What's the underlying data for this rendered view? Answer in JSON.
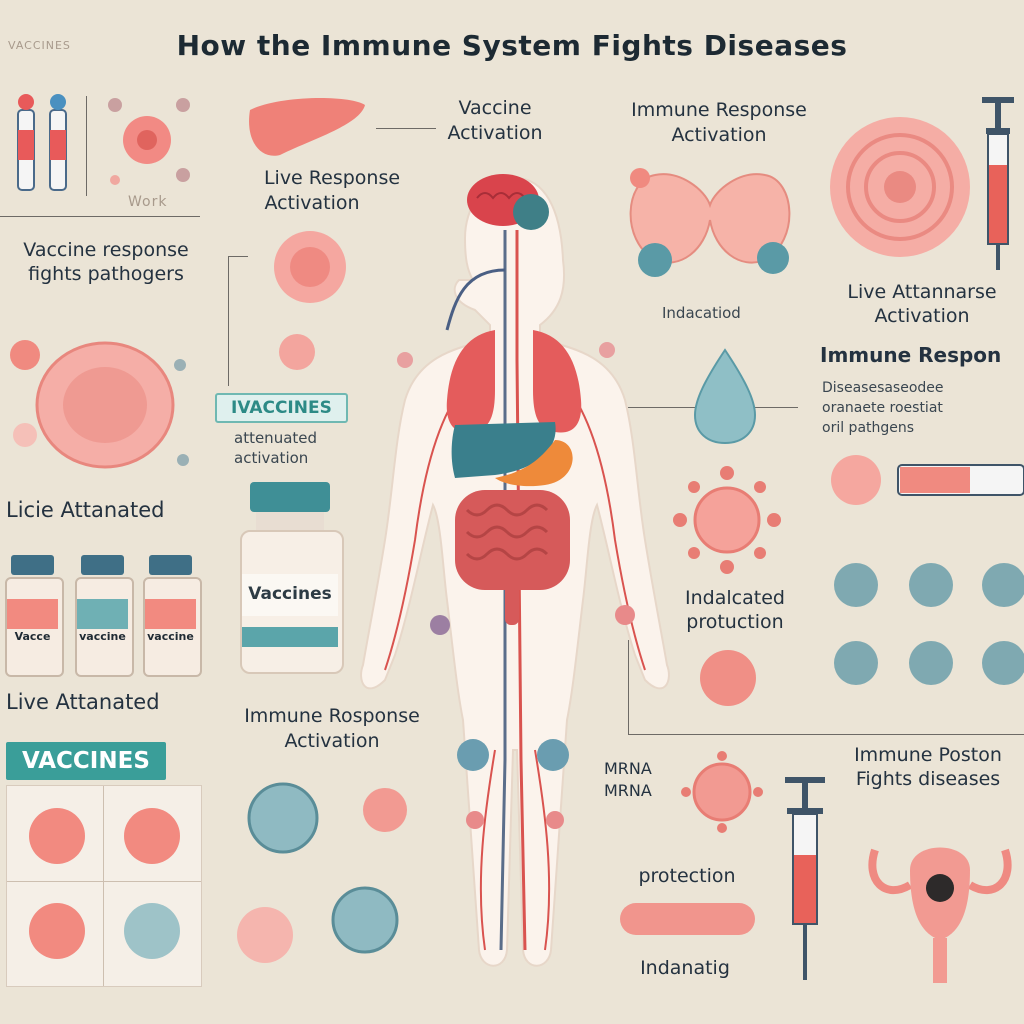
{
  "header": {
    "title": "How the Immune System Fights Diseases",
    "corner_tag": "VACCINES"
  },
  "labels": {
    "work": "Work",
    "vaccine_response": "Vaccine response",
    "fights_pathogens": "fights pathogers",
    "live_response_1": "Live Response",
    "live_response_2": "Activation",
    "vaccine_activation_1": "Vaccine",
    "vaccine_activation_2": "Activation",
    "immune_response_top_1": "Immune Response",
    "immune_response_top_2": "Activation",
    "live_attenuated_top_1": "Live Attannarse",
    "live_attenuated_top_2": "Activation",
    "indacatiod": "Indacatiod",
    "immune_respon": "Immune Respon",
    "desc_1": "Diseasesaseodee",
    "desc_2": "oranaete roestiat",
    "desc_3": "oril pathgens",
    "vaccines_banner": "IVACCINES",
    "attenuated_1": "attenuated",
    "attenuated_2": "activation",
    "live_attenuated_mid": "Licie Attanated",
    "vial_label": "Vaccines",
    "small_vial_1": "Vacce",
    "small_vial_2": "vaccine",
    "small_vial_3": "vaccine",
    "live_attenuated_low": "Live Attanated",
    "indacated_1": "Indalcated",
    "indacated_2": "protuction",
    "vaccines_bottom": "VACCINES",
    "immune_response_low_1": "Immune Rosponse",
    "immune_response_low_2": "Activation",
    "mrna_1": "MRNA",
    "mrna_2": "MRNA",
    "protection": "protection",
    "indanatig": "Indanatig",
    "immune_poston_1": "Immune Poston",
    "immune_poston_2": "Fights diseases"
  },
  "colors": {
    "background": "#ebe4d6",
    "pink": "#f1958d",
    "teal": "#3a9e99",
    "artery": "#d9534f",
    "skin": "#fbf3ec"
  }
}
